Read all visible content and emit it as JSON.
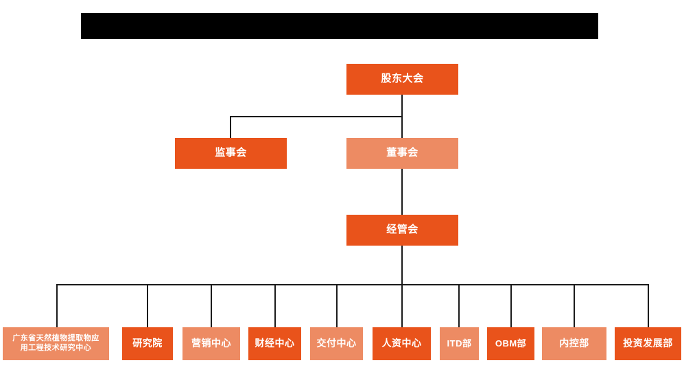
{
  "page": {
    "title_bar": {
      "name": "redacted-title-bar",
      "text": "",
      "color": "#000000"
    },
    "background_color": "#ffffff"
  },
  "theme": {
    "primary_color": "#E9531B",
    "secondary_color": "#ED8B63",
    "connector_color": "#1a1a1a",
    "label_color": "#ffffff"
  },
  "chart_data": {
    "type": "diagram",
    "subtype": "org-chart",
    "title": "",
    "levels": [
      {
        "level": 1,
        "nodes": [
          {
            "id": "shareholders",
            "label": "股东大会",
            "style": "primary"
          }
        ]
      },
      {
        "level": 2,
        "nodes": [
          {
            "id": "supervisors",
            "label": "监事会",
            "style": "primary"
          },
          {
            "id": "directors",
            "label": "董事会",
            "style": "secondary"
          }
        ]
      },
      {
        "level": 3,
        "nodes": [
          {
            "id": "management",
            "label": "经管会",
            "style": "primary"
          }
        ]
      },
      {
        "level": 4,
        "nodes": [
          {
            "id": "research-center",
            "label": "广东省天然植物提取物应\n用工程技术研究中心",
            "style": "secondary"
          },
          {
            "id": "institute",
            "label": "研究院",
            "style": "primary"
          },
          {
            "id": "marketing",
            "label": "营销中心",
            "style": "secondary"
          },
          {
            "id": "finance",
            "label": "财经中心",
            "style": "primary"
          },
          {
            "id": "delivery",
            "label": "交付中心",
            "style": "secondary"
          },
          {
            "id": "hr",
            "label": "人资中心",
            "style": "primary"
          },
          {
            "id": "itd",
            "label": "ITD部",
            "style": "secondary"
          },
          {
            "id": "obm",
            "label": "OBM部",
            "style": "primary"
          },
          {
            "id": "internal-control",
            "label": "内控部",
            "style": "secondary"
          },
          {
            "id": "investment",
            "label": "投资发展部",
            "style": "primary"
          }
        ]
      }
    ],
    "edges": [
      {
        "from": "shareholders",
        "to": "supervisors"
      },
      {
        "from": "shareholders",
        "to": "directors"
      },
      {
        "from": "directors",
        "to": "management"
      },
      {
        "from": "management",
        "to": "research-center"
      },
      {
        "from": "management",
        "to": "institute"
      },
      {
        "from": "management",
        "to": "marketing"
      },
      {
        "from": "management",
        "to": "finance"
      },
      {
        "from": "management",
        "to": "delivery"
      },
      {
        "from": "management",
        "to": "hr"
      },
      {
        "from": "management",
        "to": "itd"
      },
      {
        "from": "management",
        "to": "obm"
      },
      {
        "from": "management",
        "to": "internal-control"
      },
      {
        "from": "management",
        "to": "investment"
      }
    ]
  }
}
